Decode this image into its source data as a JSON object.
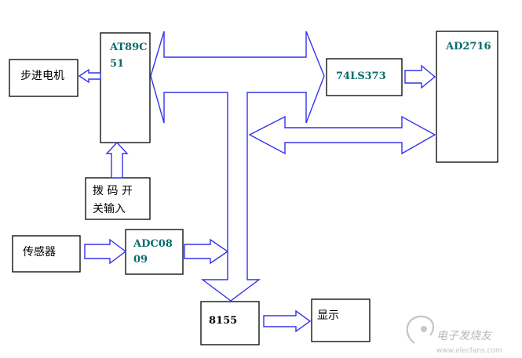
{
  "blocks": {
    "stepper_motor": "步进电机",
    "mcu": [
      "AT89C",
      "51"
    ],
    "dip_switch": [
      "拨 码 开",
      "关输入"
    ],
    "sensor": "传感器",
    "adc": [
      "ADC08",
      "09"
    ],
    "latch": "74LS373",
    "eprom": "AD2716",
    "io_chip": "8155",
    "display": "显示"
  },
  "watermark": {
    "text": "电子发烧友",
    "url": "www.elecfans.com"
  },
  "colors": {
    "arrow_outline": "#3333ee",
    "chip_label": "#0a6b6b",
    "box_outline": "#000000"
  }
}
